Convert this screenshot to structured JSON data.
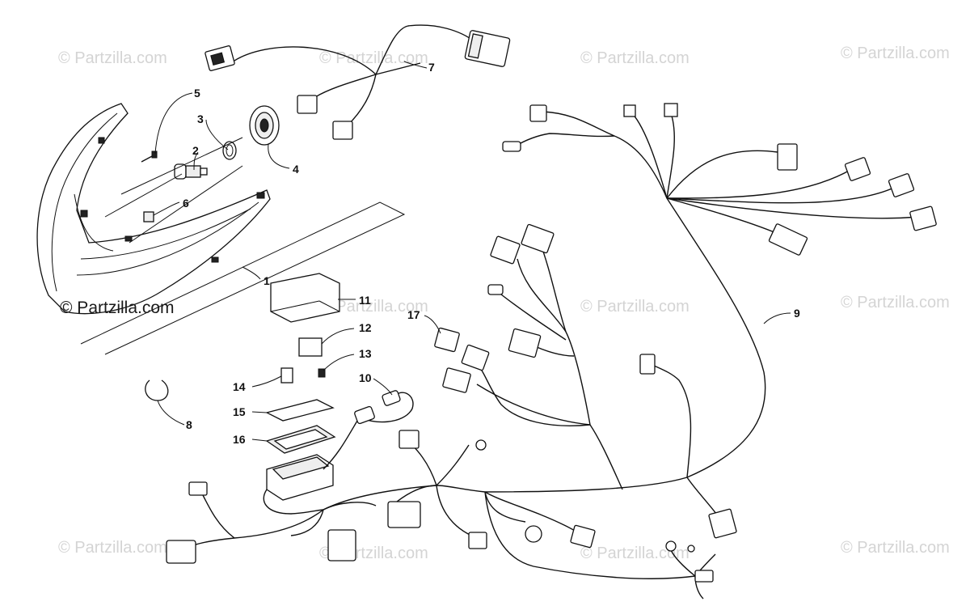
{
  "watermark": {
    "text": "© Partzilla.com",
    "color": "#d4d4d4",
    "feature_color": "#1a1a1a"
  },
  "callouts": [
    {
      "id": "callout-1",
      "label": "1"
    },
    {
      "id": "callout-2",
      "label": "2"
    },
    {
      "id": "callout-3",
      "label": "3"
    },
    {
      "id": "callout-4",
      "label": "4"
    },
    {
      "id": "callout-5",
      "label": "5"
    },
    {
      "id": "callout-6",
      "label": "6"
    },
    {
      "id": "callout-7",
      "label": "7"
    },
    {
      "id": "callout-8",
      "label": "8"
    },
    {
      "id": "callout-9",
      "label": "9"
    },
    {
      "id": "callout-10",
      "label": "10"
    },
    {
      "id": "callout-11",
      "label": "11"
    },
    {
      "id": "callout-12",
      "label": "12"
    },
    {
      "id": "callout-13",
      "label": "13"
    },
    {
      "id": "callout-14",
      "label": "14"
    },
    {
      "id": "callout-15",
      "label": "15"
    },
    {
      "id": "callout-16",
      "label": "16"
    },
    {
      "id": "callout-17",
      "label": "17"
    }
  ]
}
